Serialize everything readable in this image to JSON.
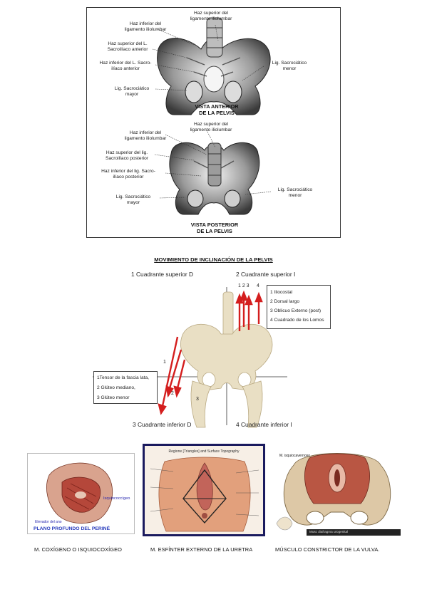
{
  "fig1": {
    "anterior": {
      "labels": {
        "haz_sup_ilio": [
          "Haz superior del",
          "ligamento iliolumbar"
        ],
        "haz_inf_ilio": [
          "Haz inferior del",
          "ligamento iliolumbar"
        ],
        "haz_sup_sacro_ant": [
          "Haz superior del L.",
          "Sacroilíaco anterior"
        ],
        "haz_inf_sacro_ant": [
          "Haz inferior del L. Sacro-",
          "ilíaco anterior"
        ],
        "lig_sacro_menor": [
          "Lig. Sacrociático",
          "menor"
        ],
        "lig_sacro_mayor": [
          "Lig. Sacrociático",
          "mayor"
        ]
      },
      "caption": [
        "VISTA ANTERIOR",
        "DE LA PELVIS"
      ]
    },
    "posterior": {
      "labels": {
        "haz_sup_ilio": [
          "Haz superior del",
          "ligamento iliolumbar"
        ],
        "haz_inf_ilio": [
          "Haz inferior del",
          "ligamento iliolumbar"
        ],
        "haz_sup_sacro_post": [
          "Haz superior del lig.",
          "Sacroilíaco posterior"
        ],
        "haz_inf_sacro_post": [
          "Haz inferior del lig. Sacro-",
          "ilíaco posterior"
        ],
        "lig_sacro_menor": [
          "Lig. Sacrociático",
          "menor"
        ],
        "lig_sacro_mayor": [
          "Lig. Sacrociático",
          "mayor"
        ]
      },
      "caption": [
        "VISTA POSTERIOR",
        "DE LA PELVIS"
      ]
    }
  },
  "movement": {
    "title": "MOVIMIENTO DE INCLINACIÓN DE LA PELVIS",
    "quadrants": {
      "q1": "1  Cuadrante superior D",
      "q2": "2 Cuadrante superior I",
      "q3": "3 Cuadrante inferior D",
      "q4": "4 Cuadrante inferior I"
    },
    "upper_numbers": "1 2 3",
    "upper_number_4": "4",
    "upper_list": [
      "1 Iliocostal",
      "2 Dorsal largo",
      "3 Oblicuo Externo (post)",
      "4 Cuadrado de los Lomos"
    ],
    "lower_list": [
      "1Tensor de la fascia lata,",
      "2 Glúteo mediano,",
      "3 Glúteo menor"
    ],
    "lower_numbers": [
      "1",
      "2",
      "3"
    ],
    "colors": {
      "arrow": "#d41e1e",
      "bone": "#e9dfc4"
    }
  },
  "panels": {
    "p1": {
      "label_right": "Isquiococcígeo",
      "label_left": "Elevador del ano",
      "caption": "PLANO PROFUNDO DEL PERINÉ"
    },
    "p2": {
      "title": "Regione [Triangles] and Surface Topography"
    },
    "p3": {
      "label_left": "M. isquiocavernoso",
      "footer": "Musc diafragma urogenital"
    }
  },
  "captions": {
    "c1": "M. COXÍGENO O ISQUIOCOXÍGEO",
    "c2": "M. ESFÍNTER EXTERNO DE LA URETRA",
    "c3": "MÚSCULO CONSTRICTOR DE LA VULVA."
  }
}
